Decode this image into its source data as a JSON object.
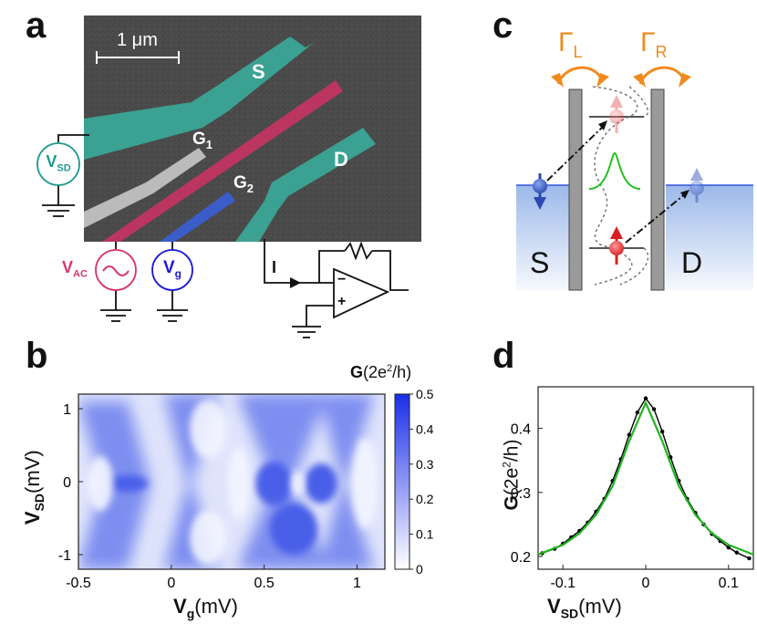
{
  "figure": {
    "panels": {
      "a": {
        "letter": "a",
        "scale_label": "1 μm",
        "labels": {
          "S": "S",
          "D": "D",
          "G1": "G",
          "G1_sub": "1",
          "G2": "G",
          "G2_sub": "2",
          "I": "I",
          "minus": "−",
          "plus": "+"
        },
        "sources": {
          "vsd": {
            "main": "V",
            "sub": "SD",
            "color": "#1e9a8e"
          },
          "vac": {
            "main": "V",
            "sub": "AC",
            "color": "#d8336f"
          },
          "vg": {
            "main": "V",
            "sub": "g",
            "color": "#1a1ad6"
          }
        },
        "colors": {
          "teal": "#3aa898",
          "magenta": "#c83363",
          "blue": "#3a5fd8",
          "sem": "#4a4a4a",
          "gate_gray": "#c8c8c8"
        }
      },
      "b": {
        "letter": "b",
        "colorbar_label": {
          "G": "G",
          "rest": "(2e",
          "sup": "2",
          "tail": "/h)"
        }
      },
      "c": {
        "letter": "c",
        "gamma_L": {
          "main": "Γ",
          "sub": "L"
        },
        "gamma_R": {
          "main": "Γ",
          "sub": "R"
        },
        "S": "S",
        "D": "D",
        "colors": {
          "orange": "#f08a1e",
          "green": "#22c21e"
        }
      },
      "d": {
        "letter": "d"
      }
    }
  },
  "chart_data": [
    {
      "type": "heatmap",
      "panel": "b",
      "xlabel": {
        "main": "V",
        "sub": "g",
        "unit": "(mV)"
      },
      "ylabel": {
        "main": "V",
        "sub": "SD",
        "unit": "(mV)"
      },
      "xlim": [
        -0.5,
        1.15
      ],
      "ylim": [
        -1.2,
        1.2
      ],
      "xticks": [
        "-0.5",
        "0",
        "0.5",
        "1"
      ],
      "yticks": [
        "1",
        "0",
        "-1"
      ],
      "colorbar": {
        "range": [
          0,
          0.5
        ],
        "ticks": [
          "0.5",
          "0.4",
          "0.3",
          "0.2",
          "0.1",
          "0"
        ],
        "colors": [
          "#ffffff",
          "#1a2ee8"
        ]
      },
      "features": [
        {
          "vg": -0.25,
          "vsd": 0.0,
          "g": 0.28
        },
        {
          "vg": 0.6,
          "vsd": 0.0,
          "g": 0.45
        },
        {
          "vg": 0.82,
          "vsd": 0.0,
          "g": 0.38
        }
      ]
    },
    {
      "type": "line",
      "panel": "d",
      "xlabel": {
        "main": "V",
        "sub": "SD",
        "unit": "(mV)"
      },
      "ylabel": {
        "main": "G",
        "rest": "(2e",
        "sup": "2",
        "tail": "/h)"
      },
      "xlim": [
        -0.13,
        0.13
      ],
      "ylim": [
        0.18,
        0.465
      ],
      "xticks": [
        "-0.1",
        "0",
        "0.1"
      ],
      "yticks": [
        "0.4",
        "0.3",
        "0.2"
      ],
      "series": [
        {
          "kind": "data",
          "color": "#000000",
          "x": [
            -0.125,
            -0.11,
            -0.1,
            -0.09,
            -0.08,
            -0.07,
            -0.06,
            -0.05,
            -0.04,
            -0.03,
            -0.02,
            -0.01,
            0,
            0.01,
            0.02,
            0.03,
            0.04,
            0.05,
            0.06,
            0.07,
            0.08,
            0.09,
            0.1,
            0.11,
            0.125
          ],
          "y": [
            0.205,
            0.212,
            0.22,
            0.23,
            0.24,
            0.253,
            0.27,
            0.29,
            0.318,
            0.352,
            0.39,
            0.425,
            0.447,
            0.43,
            0.395,
            0.355,
            0.318,
            0.29,
            0.268,
            0.25,
            0.235,
            0.224,
            0.214,
            0.206,
            0.197
          ]
        },
        {
          "kind": "fit",
          "color": "#1fb51f",
          "x": [
            -0.13,
            -0.1,
            -0.08,
            -0.06,
            -0.04,
            -0.02,
            0,
            0.02,
            0.04,
            0.06,
            0.08,
            0.1,
            0.13
          ],
          "y": [
            0.203,
            0.218,
            0.236,
            0.265,
            0.31,
            0.38,
            0.44,
            0.38,
            0.31,
            0.265,
            0.236,
            0.218,
            0.203
          ]
        }
      ]
    }
  ]
}
